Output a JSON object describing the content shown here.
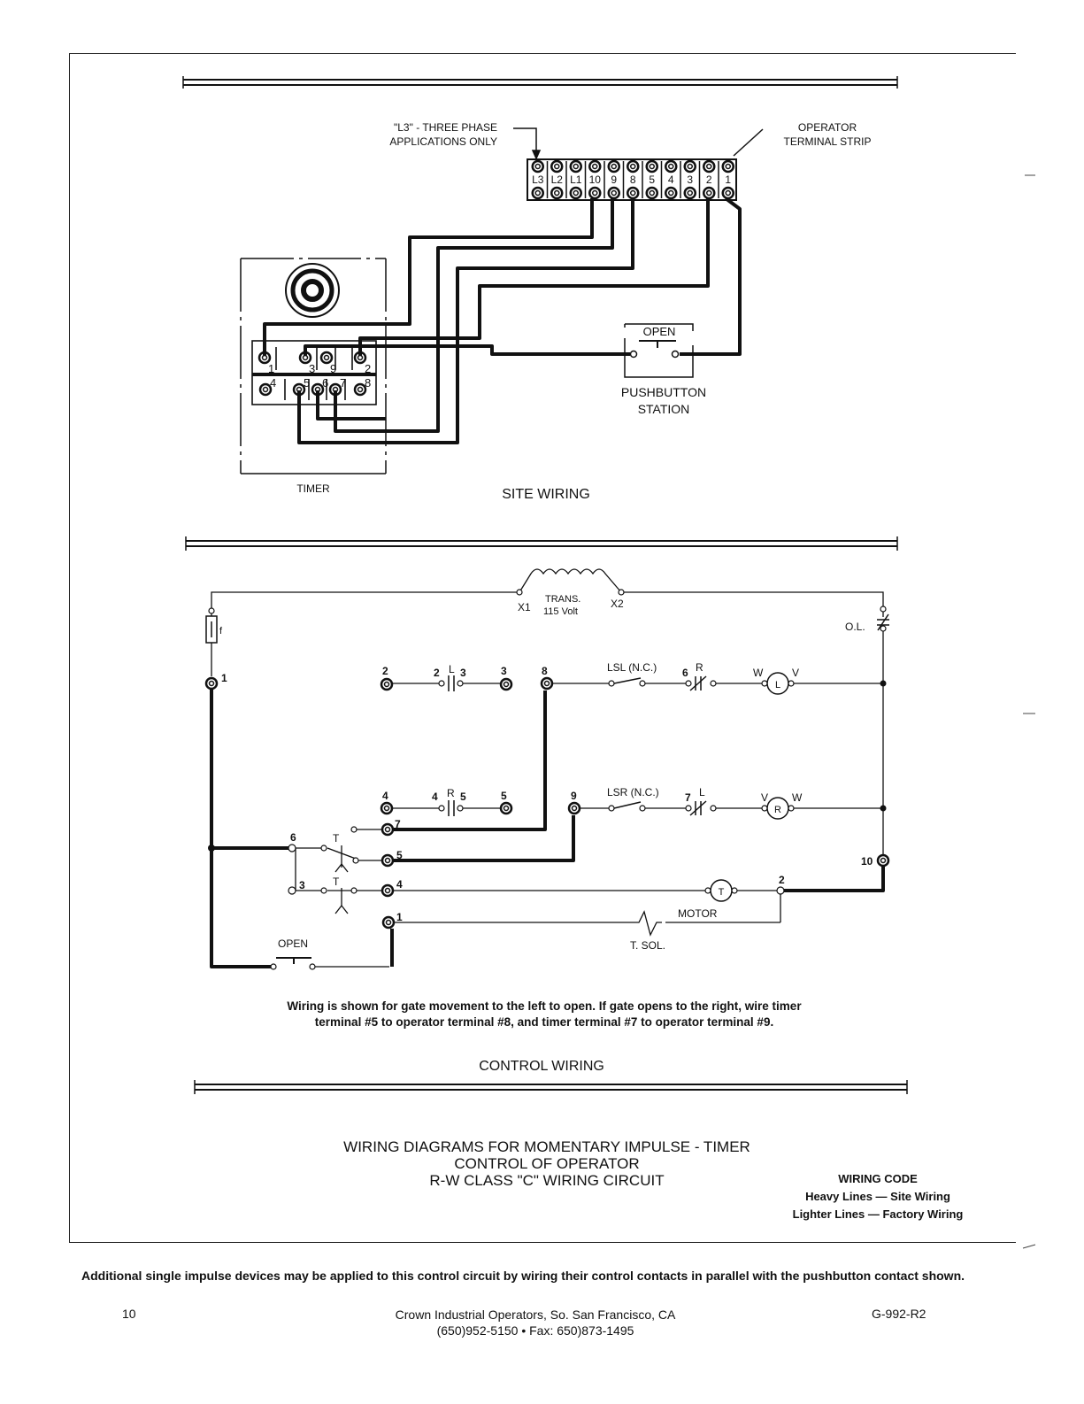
{
  "site_wiring": {
    "title": "SITE WIRING",
    "l3_note_line1": "\"L3\" - THREE PHASE",
    "l3_note_line2": "APPLICATIONS ONLY",
    "strip_label_line1": "OPERATOR",
    "strip_label_line2": "TERMINAL STRIP",
    "strip_terminals": [
      "L3",
      "L2",
      "L1",
      "10",
      "9",
      "8",
      "5",
      "4",
      "3",
      "2",
      "1"
    ],
    "timer_label": "TIMER",
    "timer_terminals_top": [
      "1",
      "3",
      "9",
      "2"
    ],
    "timer_terminals_bottom": [
      "4",
      "5",
      "6",
      "7",
      "8"
    ],
    "pushbutton_open": "OPEN",
    "pushbutton_line1": "PUSHBUTTON",
    "pushbutton_line2": "STATION"
  },
  "control_wiring": {
    "title": "CONTROL WIRING",
    "trans_label": "TRANS.",
    "trans_voltage": "115 Volt",
    "x1": "X1",
    "x2": "X2",
    "fuse": "f",
    "overload": "O.L.",
    "lsl": "LSL (N.C.)",
    "lsr": "LSR (N.C.)",
    "motor": "MOTOR",
    "tsol": "T. SOL.",
    "open": "OPEN",
    "coil_l": "L",
    "coil_r": "R",
    "coil_t": "T",
    "w": "W",
    "v": "V",
    "note_line1": "Wiring is shown for gate movement to the left to open. If gate opens to the right, wire timer",
    "note_line2": "terminal #5 to operator terminal #8, and timer terminal #7 to operator terminal #9."
  },
  "footer_block": {
    "title_line1": "WIRING DIAGRAMS FOR MOMENTARY IMPULSE - TIMER",
    "title_line2": "CONTROL OF OPERATOR",
    "title_line3": "R-W CLASS \"C\" WIRING CIRCUIT",
    "code_title": "WIRING CODE",
    "code_heavy": "Heavy Lines — Site Wiring",
    "code_light": "Lighter Lines — Factory Wiring"
  },
  "page_footer": {
    "note": "Additional single impulse devices may be applied to this control circuit by wiring their control contacts in parallel with the pushbutton contact shown.",
    "page_number": "10",
    "company": "Crown Industrial Operators, So. San Francisco, CA",
    "phone": "(650)952-5150 • Fax: 650)873-1495",
    "doc_code": "G-992-R2"
  }
}
